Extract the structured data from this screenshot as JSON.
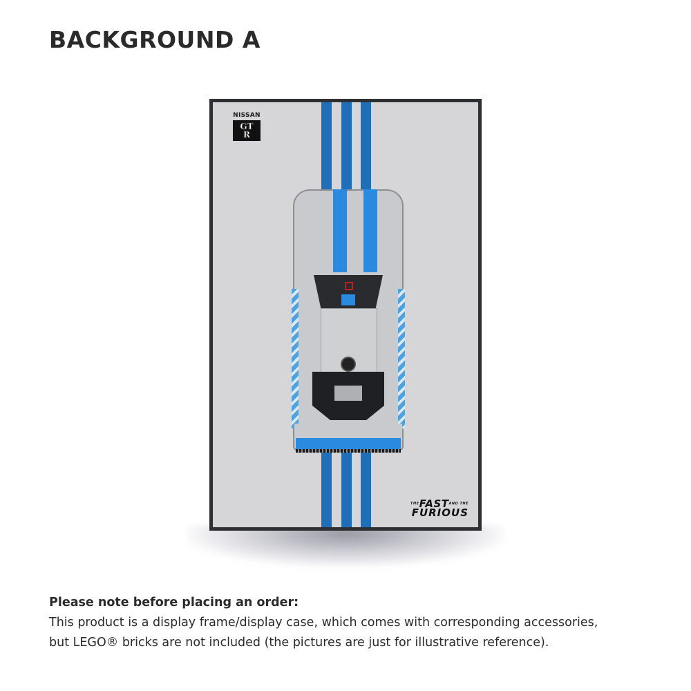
{
  "heading": "BACKGROUND A",
  "frame": {
    "colors": {
      "frame_border": "#2e2f33",
      "panel_background": "#d6d6d8",
      "stripe": "#1f6fb8",
      "car_accent": "#2a8ae0"
    },
    "stripe_count": 3,
    "logo_top_left": {
      "brand": "NISSAN",
      "badge_line1": "GT",
      "badge_line2": "R"
    },
    "logo_bottom_right": {
      "prefix": "THE",
      "line1": "FAST",
      "infix": "AND THE",
      "line2": "FURIOUS"
    },
    "subject": "LEGO Technic Nissan GT-R model, top view, silver with blue stripes"
  },
  "note": {
    "title": "Please note before placing an order:",
    "line1": "This product is a display frame/display case, which comes with corresponding accessories,",
    "line2": "but LEGO® bricks are not included (the pictures are just for illustrative reference)."
  }
}
